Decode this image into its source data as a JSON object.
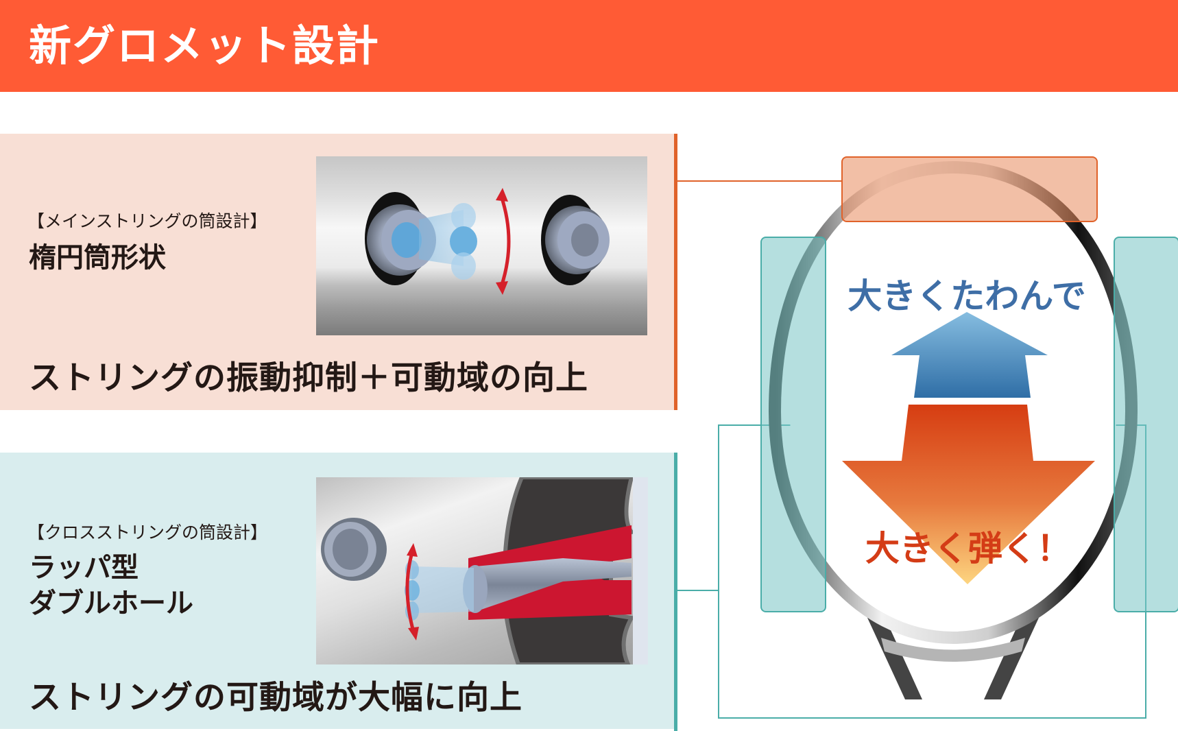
{
  "header": {
    "title": "新グロメット設計",
    "background_color": "#FF5B35"
  },
  "panels": [
    {
      "id": "main-string",
      "label": "【メインストリングの筒設計】",
      "heading_lines": [
        "楕円筒形状"
      ],
      "summary": "ストリングの振動抑制＋可動域の向上",
      "background_color": "#F8DFD5",
      "accent_color": "#E0622A",
      "figure": "elliptical-grommet-illustration"
    },
    {
      "id": "cross-string",
      "label": "【クロスストリングの筒設計】",
      "heading_lines": [
        "ラッパ型",
        "ダブルホール"
      ],
      "summary": "ストリングの可動域が大幅に向上",
      "background_color": "#D9EDEE",
      "accent_color": "#4AADA8",
      "figure": "trumpet-double-hole-illustration"
    }
  ],
  "racket_diagram": {
    "flex_text": "大きくたわんで",
    "rebound_text": "大きく弾く！",
    "flex_color": "#3E6EA6",
    "rebound_color": "#D43C16",
    "top_highlight_color": "#E0622A",
    "side_highlight_color": "#4AADA8"
  }
}
